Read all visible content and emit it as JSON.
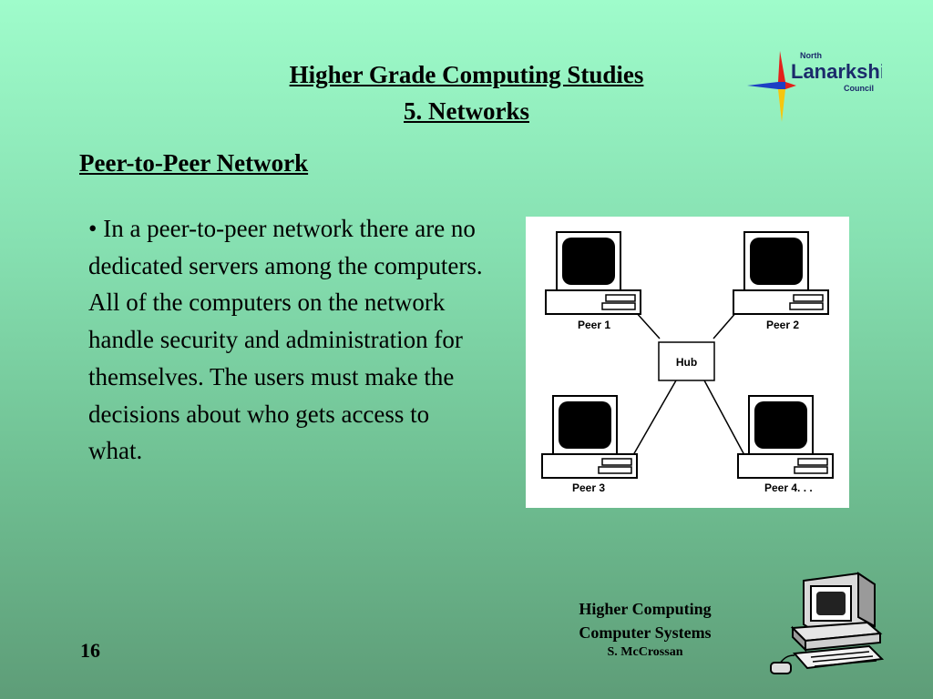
{
  "header": {
    "title_line1": "Higher Grade Computing Studies",
    "title_line2": "5. Networks"
  },
  "logo": {
    "line1": "North",
    "line2": "Lanarkshire",
    "line3": "Council",
    "colors": {
      "blue": "#1d3fc4",
      "red": "#e3201b",
      "yellow": "#f6c60f",
      "dark": "#1b2a6b"
    }
  },
  "section": {
    "heading": "Peer-to-Peer Network",
    "body": "• In a peer-to-peer network there are no dedicated servers among the computers. All of the computers on the network handle security and administration for themselves. The users must make the decisions about who gets access to what."
  },
  "diagram": {
    "hub_label": "Hub",
    "peers": [
      "Peer 1",
      "Peer 2",
      "Peer 3",
      "Peer 4. . ."
    ]
  },
  "footer": {
    "line1": "Higher Computing",
    "line2": "Computer Systems",
    "author": "S. McCrossan",
    "page_number": "16"
  },
  "icons": {
    "diagram_computer": "desktop-computer-icon",
    "footer_clipart": "computer-clipart-icon"
  }
}
